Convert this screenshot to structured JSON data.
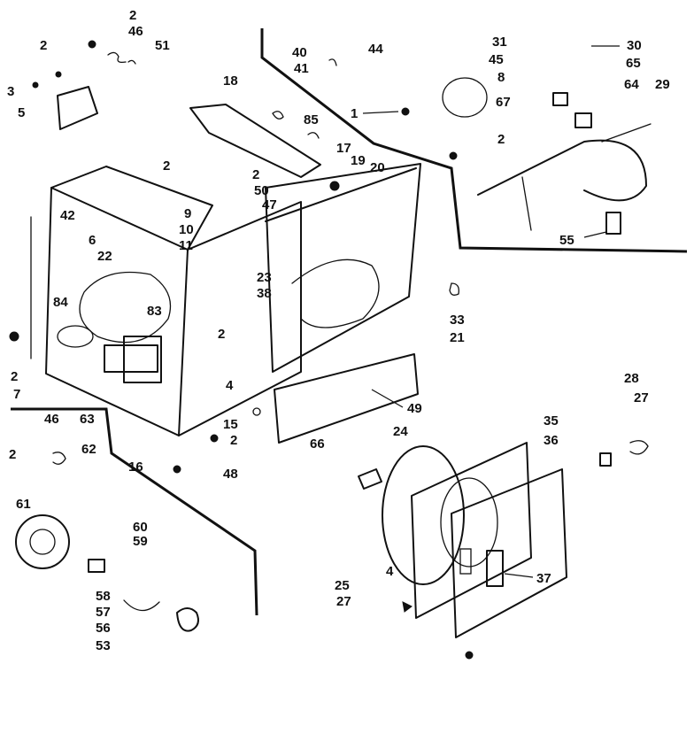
{
  "callouts": [
    "2",
    "46",
    "51",
    "2",
    "3",
    "5",
    "40",
    "41",
    "44",
    "31",
    "45",
    "30",
    "65",
    "8",
    "64",
    "29",
    "67",
    "18",
    "85",
    "1",
    "17",
    "19",
    "20",
    "2",
    "2",
    "2",
    "50",
    "47",
    "9",
    "10",
    "11",
    "6",
    "22",
    "42",
    "84",
    "83",
    "23",
    "38",
    "33",
    "21",
    "2",
    "2",
    "7",
    "4",
    "15",
    "2",
    "46",
    "63",
    "62",
    "2",
    "16",
    "48",
    "49",
    "66",
    "24",
    "35",
    "36",
    "28",
    "27",
    "61",
    "60",
    "59",
    "58",
    "57",
    "56",
    "53",
    "25",
    "27",
    "4",
    "37",
    "55"
  ]
}
